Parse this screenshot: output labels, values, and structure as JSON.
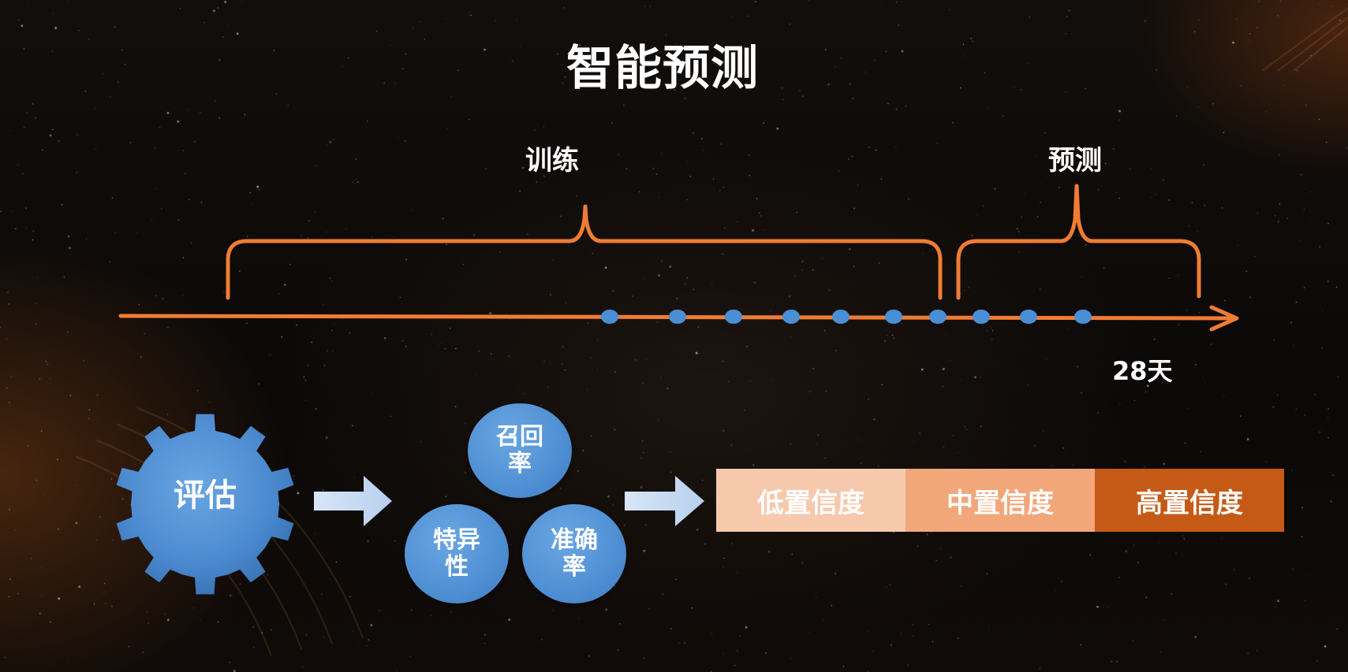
{
  "title": "智能预测",
  "timeline": {
    "train_label": "训练",
    "predict_label": "预测",
    "end_label": "28天",
    "points": [
      1,
      2,
      3,
      4,
      5,
      6,
      7,
      8,
      9,
      10
    ]
  },
  "evaluation": {
    "gear_label": "评估",
    "metrics": [
      {
        "label": "召回\n率"
      },
      {
        "label": "特异\n性"
      },
      {
        "label": "准确\n率"
      }
    ]
  },
  "confidence": [
    {
      "label": "低置信度",
      "color": "#f6c9ad"
    },
    {
      "label": "中置信度",
      "color": "#f2a77b"
    },
    {
      "label": "高置信度",
      "color": "#c45a16"
    }
  ],
  "colors": {
    "accent": "#f07c34",
    "point": "#4a8fd6",
    "arrow": "#c9dcf3"
  }
}
